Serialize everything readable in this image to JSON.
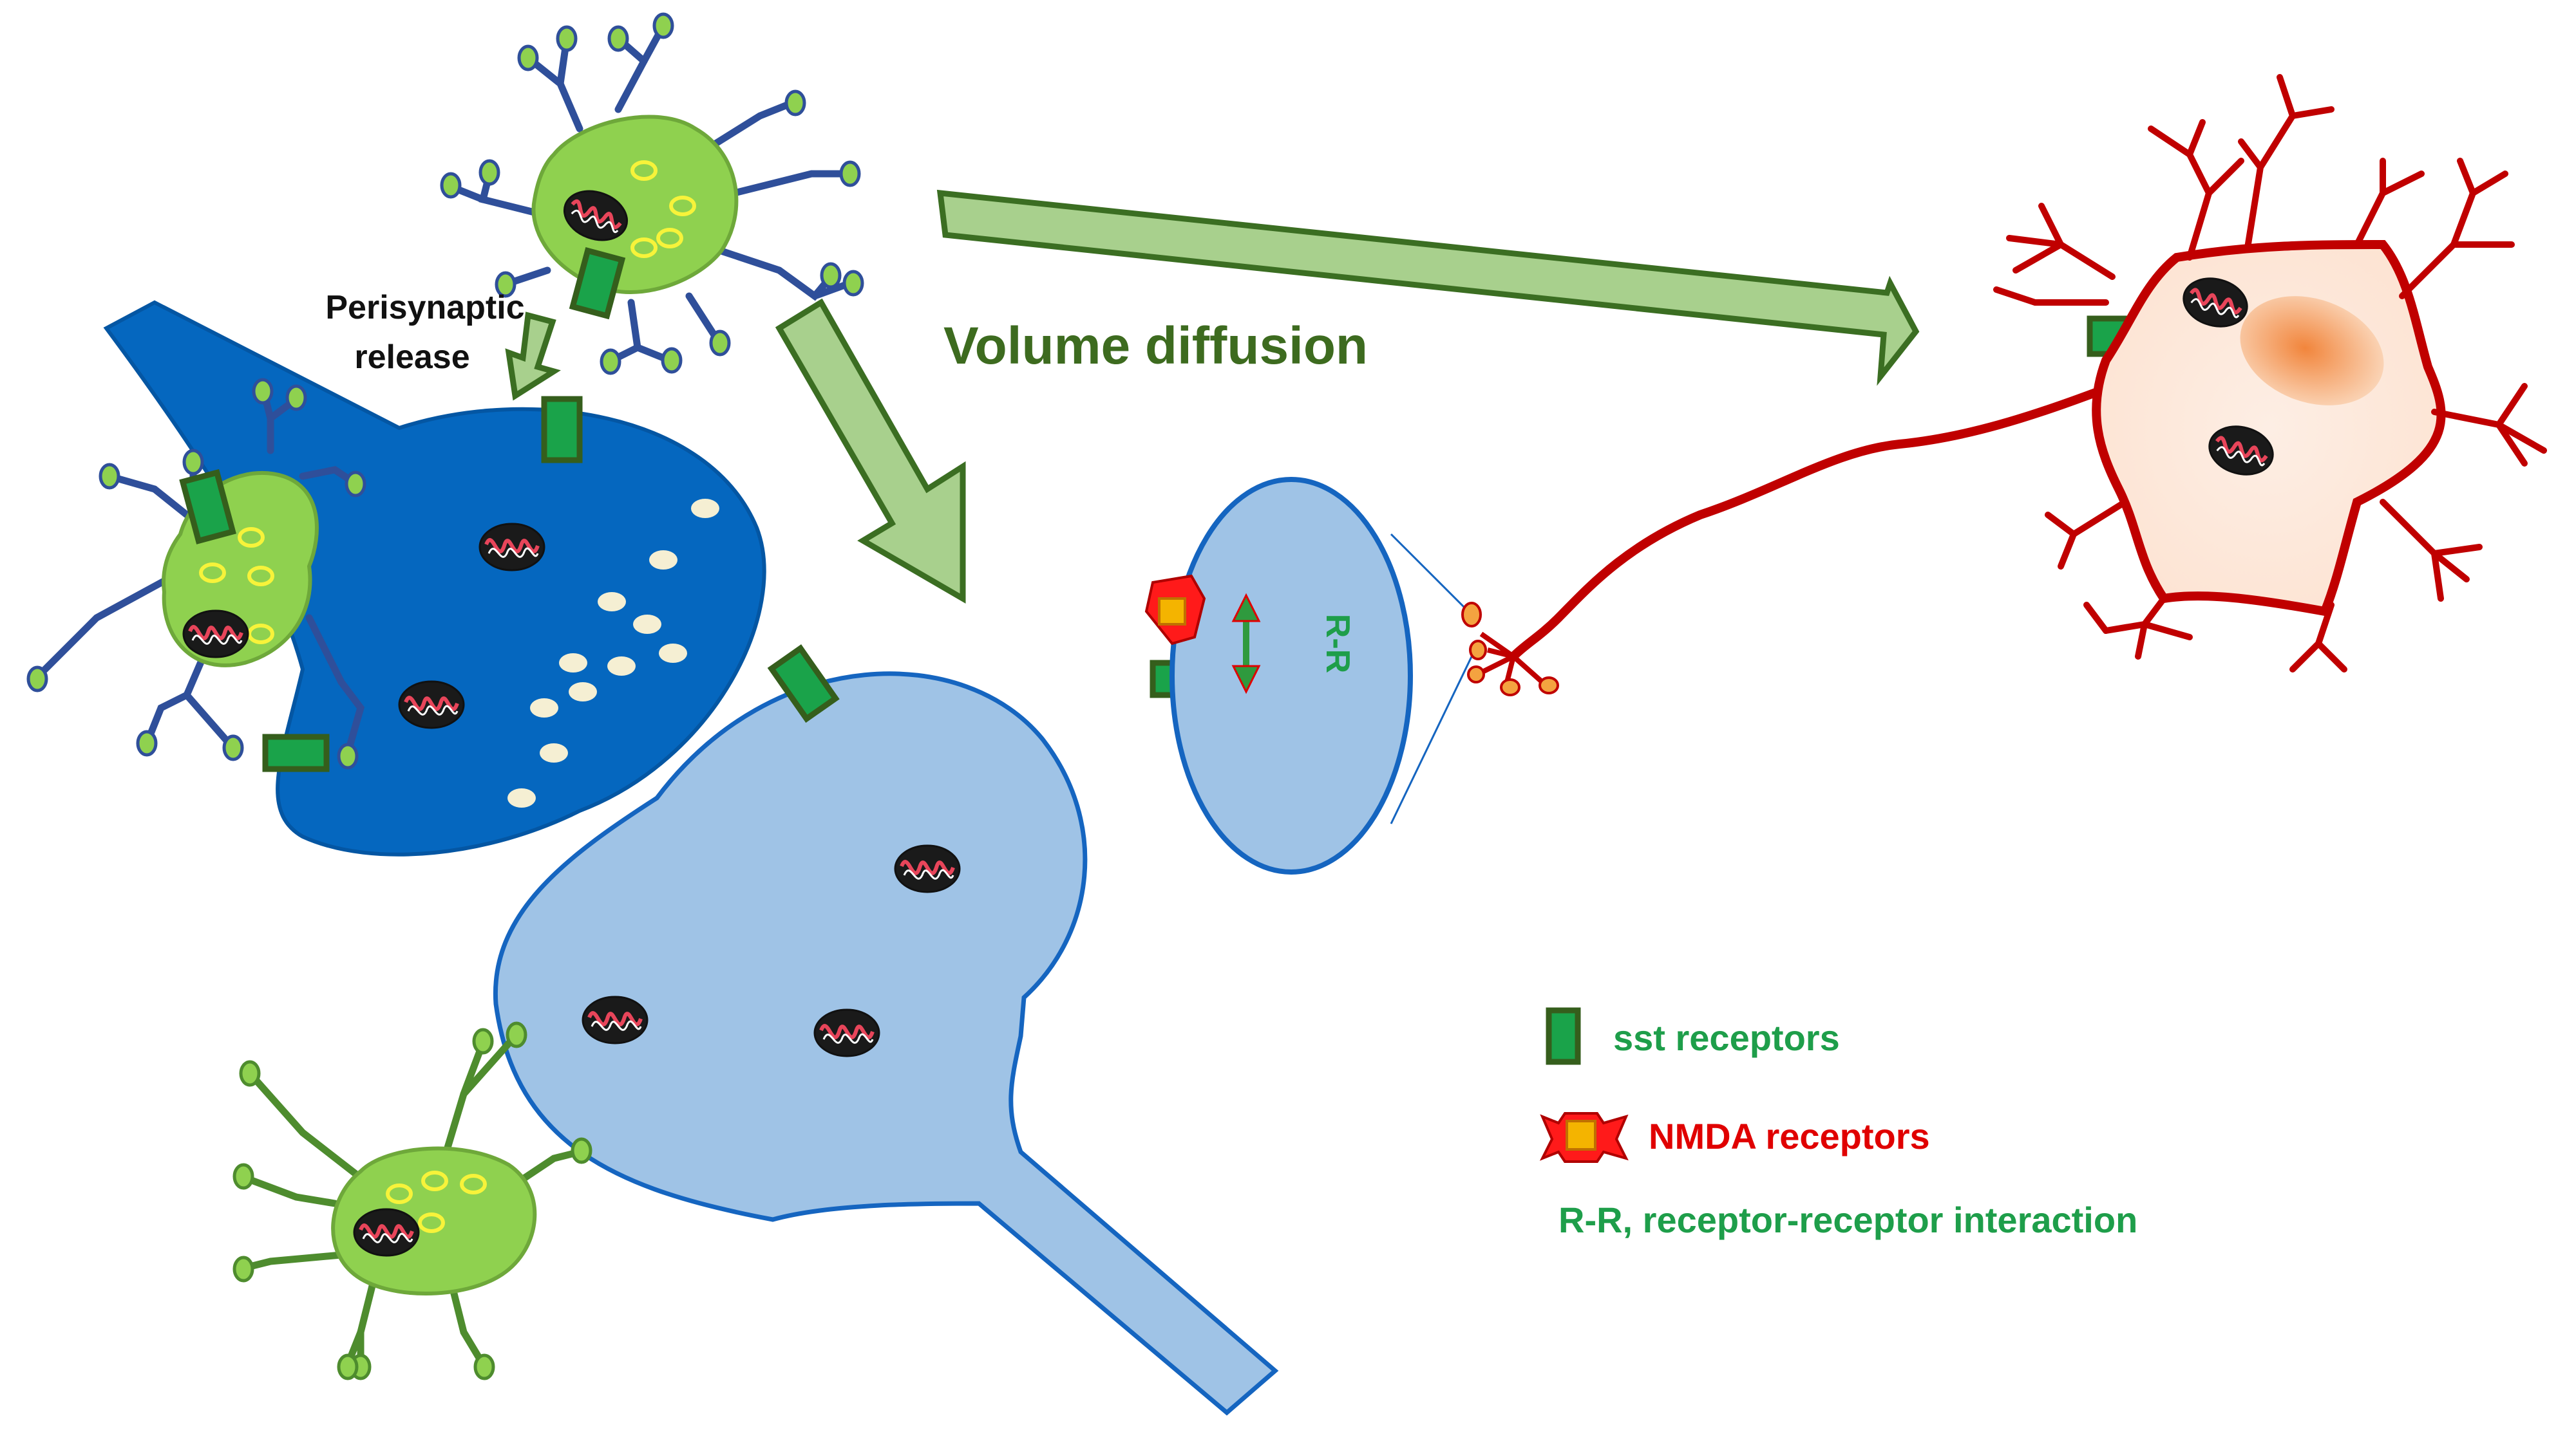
{
  "labels": {
    "perisynaptic_line1": "Perisynaptic",
    "perisynaptic_line2": "release",
    "volume_diffusion": "Volume diffusion",
    "rr": "R-R"
  },
  "legend": {
    "sst": "sst receptors",
    "nmda": "NMDA receptors",
    "rr_note": "R-R, receptor-receptor interaction"
  },
  "colors": {
    "presynaptic_terminal": "#0567bf",
    "postsynaptic_terminal": "#9fc3e6",
    "outline_blue": "#1565c0",
    "arrow_fill": "#a8d08d",
    "arrow_stroke": "#3b6e22",
    "astrocyte_fill": "#8fd14f",
    "receptor_green": "#1aa34a",
    "receptor_stroke": "#355e1c",
    "neuron_red": "#c00000",
    "label_green": "#1e9e4a",
    "label_red": "#e00000",
    "diffusion_text": "#3d6b1f"
  }
}
